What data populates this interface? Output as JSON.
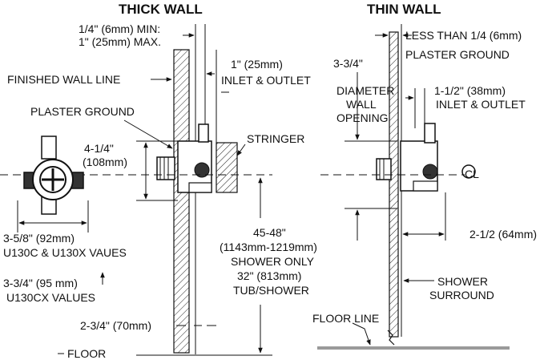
{
  "titles": {
    "thick_wall": "THICK WALL",
    "thin_wall": "THIN WALL"
  },
  "thick": {
    "min_max_1": "1/4\" (6mm) MIN:",
    "min_max_2": "1\" (25mm) MAX.",
    "finished_wall_line": "FINISHED WALL LINE",
    "inlet_1": "1\" (25mm)",
    "inlet_2": "INLET & OUTLET",
    "plaster_ground": "PLASTER GROUND",
    "stringer": "STRINGER",
    "height_1": "4-1/4\"",
    "height_2": "(108mm)",
    "width_1": "3-5/8\" (92mm)",
    "width_2": "U130C & U130X VAUES",
    "cx_1": "3-3/4\" (95 mm)",
    "cx_2": "U130CX VALUES",
    "shower_1": "45-48\"",
    "shower_2": "(1143mm-1219mm)",
    "shower_3": "SHOWER ONLY",
    "tub_1": "32\" (813mm)",
    "tub_2": "TUB/SHOWER",
    "depth": "2-3/4\" (70mm)",
    "floor": "FLOOR"
  },
  "thin": {
    "less_than": "LESS THAN 1/4 (6mm)",
    "plaster_ground": "PLASTER GROUND",
    "dia_1": "3-3/4\"",
    "dia_2": "DIAMETER",
    "dia_3": "WALL",
    "dia_4": "OPENING",
    "inlet_1": "1-1/2\" (38mm)",
    "inlet_2": "INLET & OUTLET",
    "centerline": "CL",
    "depth": "2-1/2 (64mm)",
    "surround_1": "SHOWER",
    "surround_2": "SURROUND",
    "floor_line": "FLOOR LINE"
  }
}
